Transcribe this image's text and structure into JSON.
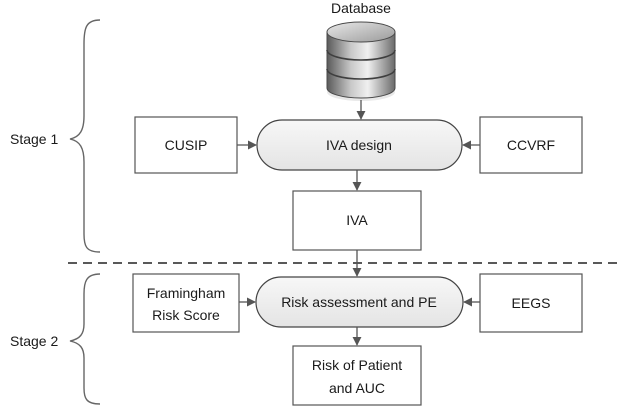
{
  "database": {
    "label": "Database"
  },
  "stages": [
    {
      "label": "Stage 1"
    },
    {
      "label": "Stage 2"
    }
  ],
  "stage1": {
    "left_input": "CUSIP",
    "process": "IVA design",
    "right_input": "CCVRF",
    "output": "IVA"
  },
  "stage2": {
    "left_input_lines": [
      "Framingham",
      "Risk Score"
    ],
    "process": "Risk assessment and PE",
    "right_input": "EEGS",
    "output_lines": [
      "Risk of Patient",
      "and AUC"
    ]
  },
  "colors": {
    "pill_fill_top": "#f7f7f7",
    "pill_fill_bottom": "#e6e6e6",
    "line": "#555555",
    "database_body": "#8c8c8c"
  },
  "icons": [
    "database-icon"
  ]
}
